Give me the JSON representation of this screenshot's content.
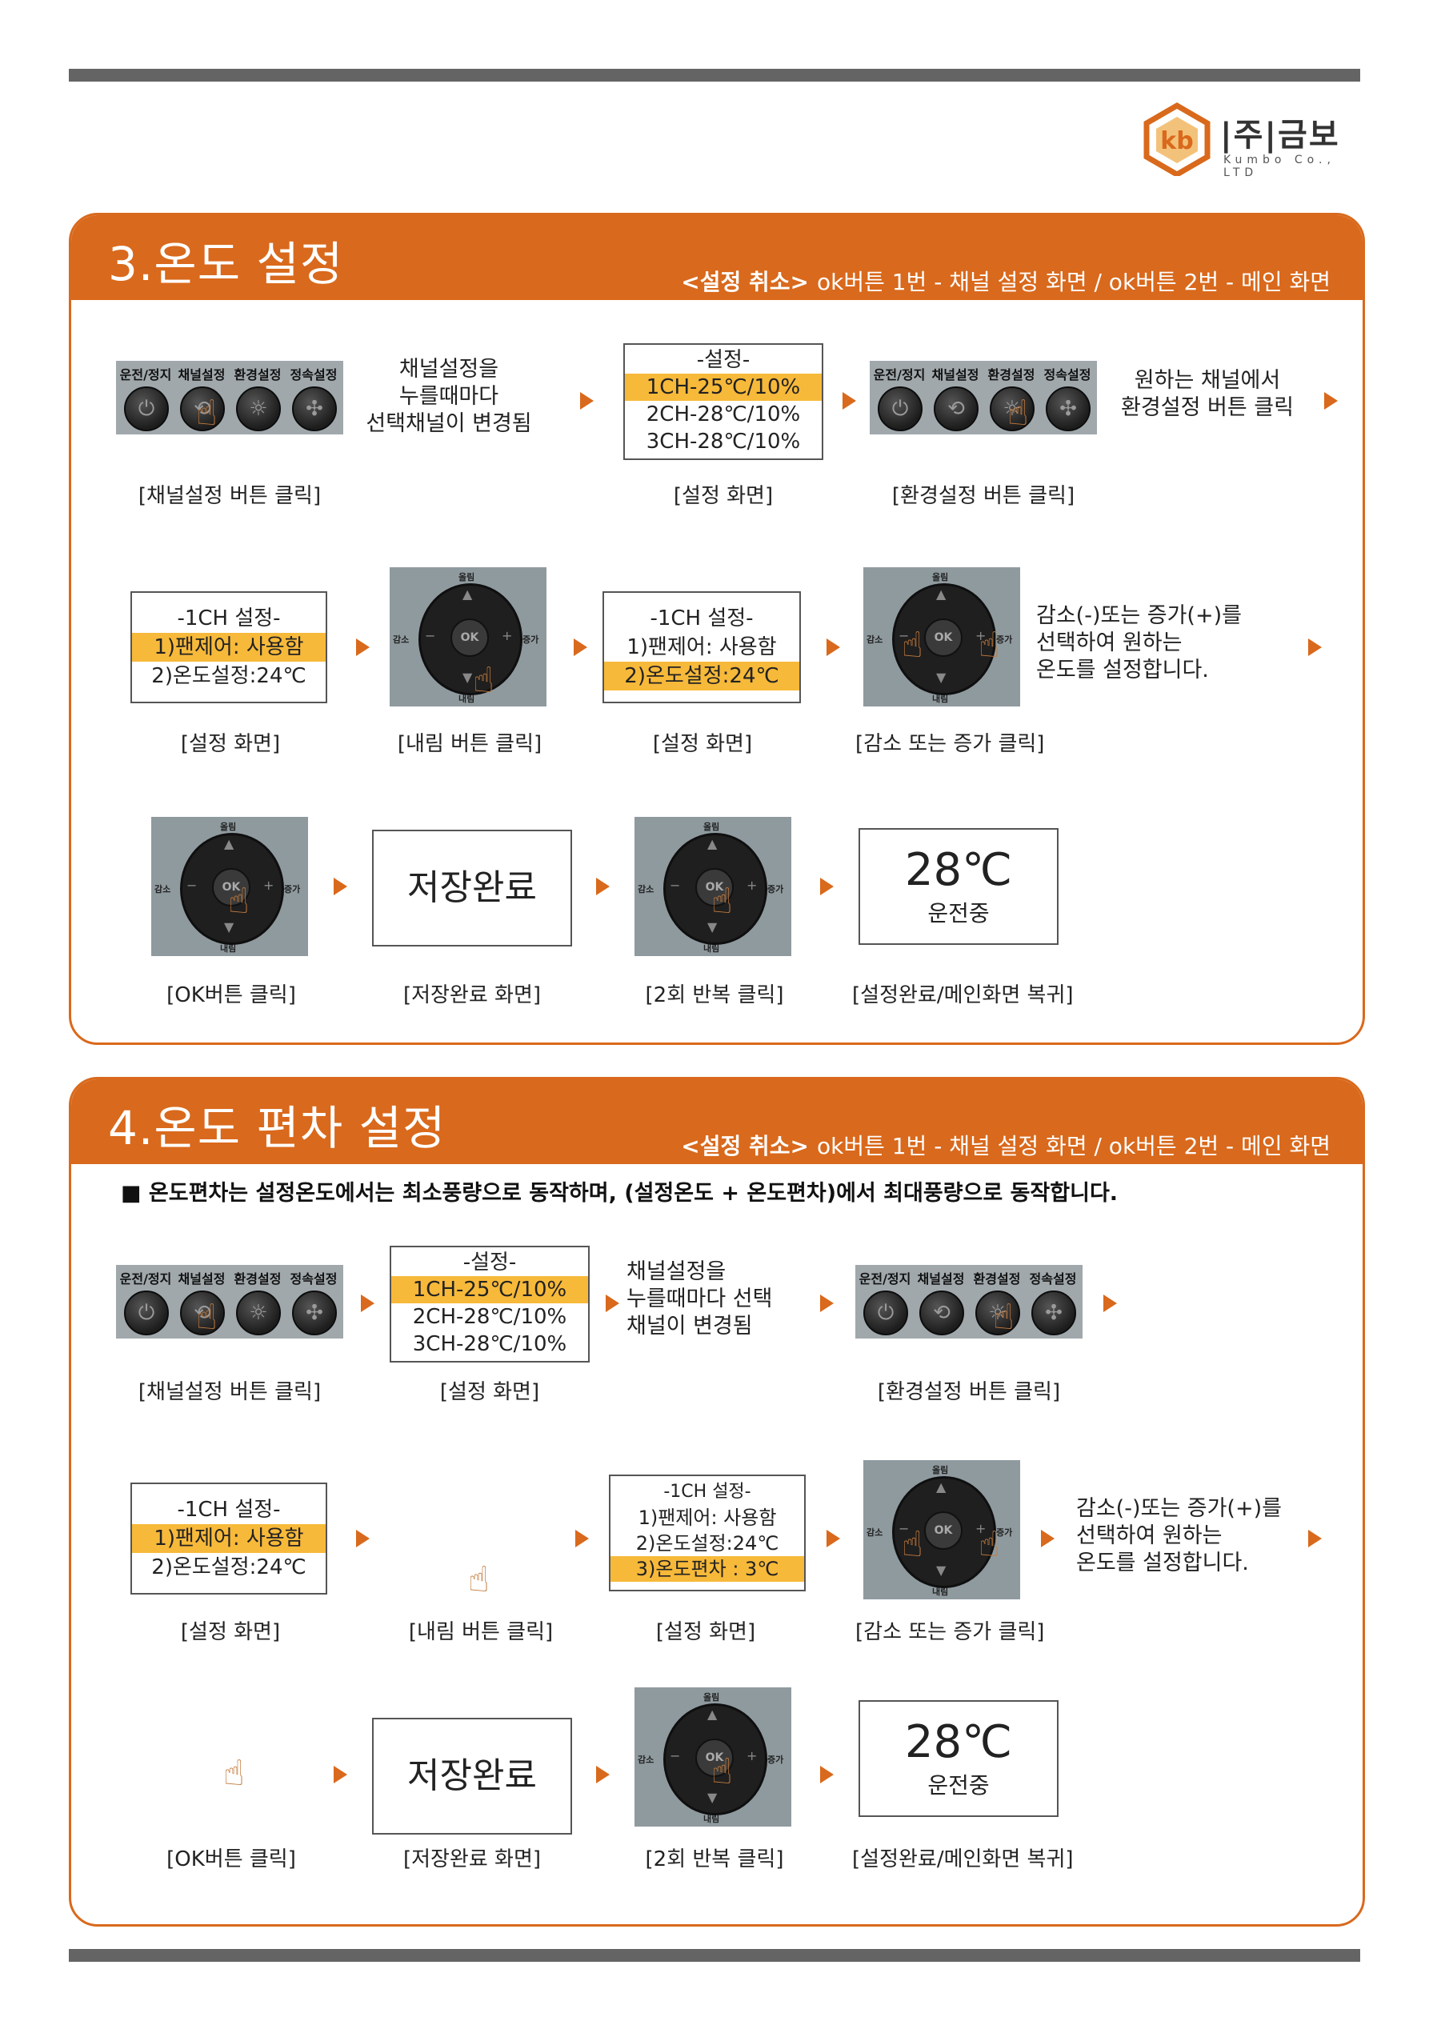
{
  "company": {
    "name": "|주|금보",
    "sub": "Kumbo Co., LTD",
    "mark": "kb"
  },
  "panel_labels": [
    "운전/정지",
    "채널설정",
    "환경설정",
    "정속설정"
  ],
  "pad_labels": {
    "up": "올림",
    "down": "내림",
    "minus": "감소",
    "plus": "증가",
    "ok": "OK"
  },
  "cancel": {
    "label": "<설정 취소>",
    "text": "ok버튼 1번 - 채널 설정 화면 / ok버튼 2번 - 메인 화면"
  },
  "sec3": {
    "title": "3.온도 설정",
    "row1": {
      "desc1": [
        "채널설정을",
        "누를때마다",
        "선택채널이 변경됨"
      ],
      "screen": [
        "-설정-",
        "1CH-25℃/10%",
        "2CH-28℃/10%",
        "3CH-28℃/10%"
      ],
      "desc2": [
        "원하는 채널에서",
        "환경설정 버튼 클릭"
      ],
      "cap1": "[채널설정 버튼 클릭]",
      "cap2": "[설정 화면]",
      "cap3": "[환경설정 버튼 클릭]"
    },
    "row2": {
      "screen1": [
        "-1CH 설정-",
        "1)팬제어: 사용함",
        "2)온도설정:24℃"
      ],
      "screen2": [
        "-1CH 설정-",
        "1)팬제어: 사용함",
        "2)온도설정:24℃"
      ],
      "desc": [
        "감소(-)또는 증가(+)를",
        "선택하여 원하는",
        "온도를 설정합니다."
      ],
      "cap1": "[설정 화면]",
      "cap2": "[내림 버튼 클릭]",
      "cap3": "[설정 화면]",
      "cap4": "[감소 또는 증가 클릭]"
    },
    "row3": {
      "save": "저장완료",
      "temp": "28℃",
      "status": "운전중",
      "cap1": "[OK버튼 클릭]",
      "cap2": "[저장완료 화면]",
      "cap3": "[2회 반복 클릭]",
      "cap4": "[설정완료/메인화면 복귀]"
    }
  },
  "sec4": {
    "title": "4.온도 편차 설정",
    "note": "■ 온도편차는 설정온도에서는 최소풍량으로 동작하며, (설정온도 + 온도편차)에서 최대풍량으로 동작합니다.",
    "row1": {
      "screen": [
        "-설정-",
        "1CH-25℃/10%",
        "2CH-28℃/10%",
        "3CH-28℃/10%"
      ],
      "desc": [
        "채널설정을",
        "누를때마다 선택",
        "채널이 변경됨"
      ],
      "cap1": "[채널설정 버튼 클릭]",
      "cap2": "[설정 화면]",
      "cap3": "[환경설정 버튼 클릭]"
    },
    "row2": {
      "screen1": [
        "-1CH 설정-",
        "1)팬제어: 사용함",
        "2)온도설정:24℃"
      ],
      "screen2": [
        "-1CH 설정-",
        "1)팬제어: 사용함",
        "2)온도설정:24℃",
        "3)온도편차 : 3℃"
      ],
      "desc": [
        "감소(-)또는 증가(+)를",
        "선택하여 원하는",
        "온도를 설정합니다."
      ],
      "cap1": "[설정 화면]",
      "cap2": "[내림 버튼 클릭]",
      "cap3": "[설정 화면]",
      "cap4": "[감소 또는 증가 클릭]"
    },
    "row3": {
      "save": "저장완료",
      "temp": "28℃",
      "status": "운전중",
      "cap1": "[OK버튼 클릭]",
      "cap2": "[저장완료 화면]",
      "cap3": "[2회 반복 클릭]",
      "cap4": "[설정완료/메인화면 복귀]"
    }
  }
}
